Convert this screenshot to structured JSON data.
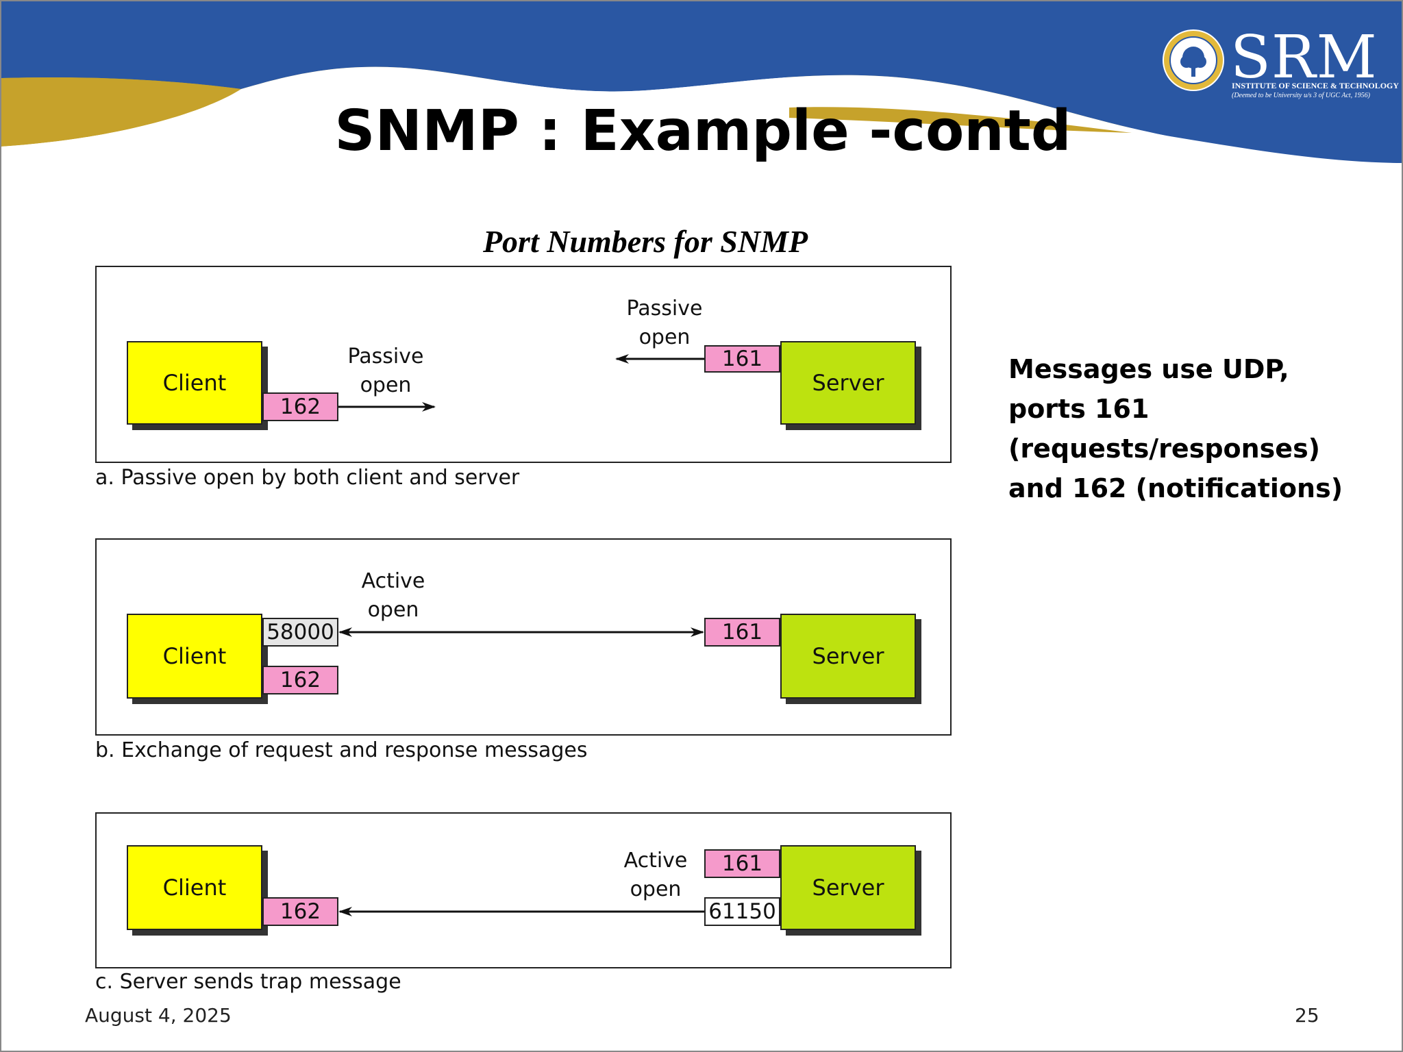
{
  "slide": {
    "title": "SNMP : Example -contd",
    "figure_title": "Port Numbers for SNMP",
    "note": "Messages use UDP, ports 161 (requests/responses) and 162 (notifications)",
    "date": "August 4, 2025",
    "page_number": "25"
  },
  "logo": {
    "name": "SRM",
    "line1": "INSTITUTE OF SCIENCE & TECHNOLOGY",
    "line2": "(Deemed to be University u/s 3 of UGC Act, 1956)"
  },
  "panels": [
    {
      "caption": "a. Passive open by both client and server",
      "client_label": "Client",
      "server_label": "Server",
      "client_ports": [
        "162"
      ],
      "server_ports": [
        "161"
      ],
      "left_label": [
        "Passive",
        "open"
      ],
      "right_label": [
        "Passive",
        "open"
      ]
    },
    {
      "caption": "b. Exchange of request and response messages",
      "client_label": "Client",
      "server_label": "Server",
      "client_ports": [
        "58000",
        "162"
      ],
      "server_ports": [
        "161"
      ],
      "center_label": [
        "Active",
        "open"
      ]
    },
    {
      "caption": "c. Server sends trap message",
      "client_label": "Client",
      "server_label": "Server",
      "client_ports": [
        "162"
      ],
      "server_ports": [
        "161",
        "61150"
      ],
      "right_label": [
        "Active",
        "open"
      ]
    }
  ],
  "colors": {
    "header_blue": "#2a57a3",
    "header_gold": "#c6a22b",
    "client_fill": "#ffff00",
    "server_fill": "#bde20f",
    "well_known_port_fill": "#f59acb",
    "ephemeral_port_fill": "#e6e6e6"
  }
}
